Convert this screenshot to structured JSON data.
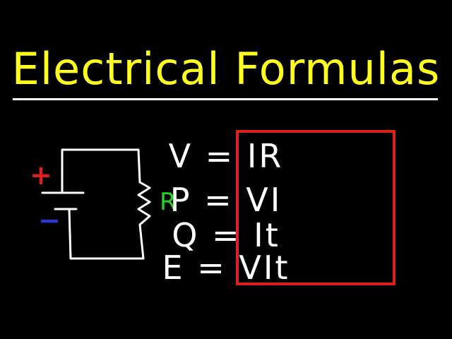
{
  "title": "Electrical Formulas",
  "colors": {
    "background": "#000000",
    "title": "#ffff1e",
    "rule": "#ffffff",
    "wire": "#ffffff",
    "box_border": "#e0201e",
    "formula_text": "#ffffff",
    "positive": "#e0201e",
    "negative": "#2838d8",
    "resistor_label": "#22d41e"
  },
  "circuit": {
    "positive_symbol": "+",
    "negative_symbol": "−",
    "resistor_label": "R"
  },
  "formulas": [
    "V = IR",
    "P = VI",
    "Q = It",
    "E = VIt"
  ]
}
